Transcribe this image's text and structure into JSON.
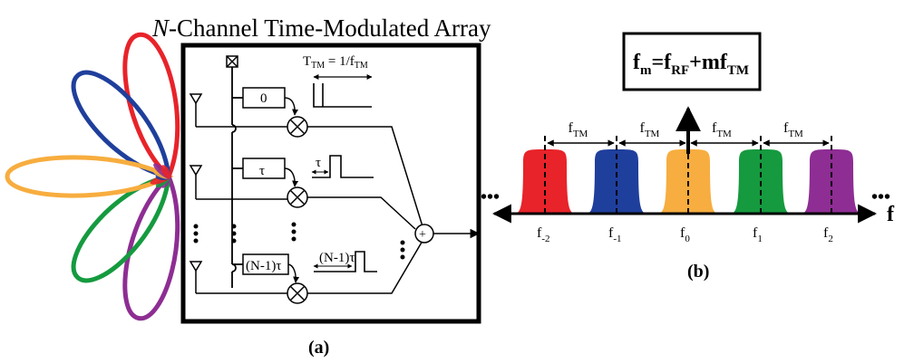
{
  "panel_a": {
    "title_italic": "N",
    "title_rest": "-Channel Time-Modulated Array",
    "period_label": "T",
    "period_sub": "TM",
    "period_eq": " = 1/f",
    "period_sub2": "TM",
    "delay0": "0",
    "delay1": "τ",
    "delay1_pulse": "τ",
    "delayN": "(N-1)τ",
    "delayN_pulse": "(N-1)τ",
    "sum_symbol": "+",
    "caption": "(a)"
  },
  "panel_b": {
    "equation": {
      "f": "f",
      "m": "m",
      "eq": "=f",
      "rf": "RF",
      "plus": "+mf",
      "tm": "TM"
    },
    "spacing_main": "f",
    "spacing_sub": "TM",
    "axis_label": "f",
    "ellipsis_left": "•••",
    "ellipsis_right": "•••",
    "harmonics": [
      {
        "main": "f",
        "sub": "-2"
      },
      {
        "main": "f",
        "sub": "-1"
      },
      {
        "main": "f",
        "sub": "0"
      },
      {
        "main": "f",
        "sub": "1"
      },
      {
        "main": "f",
        "sub": "2"
      }
    ],
    "caption": "(b)"
  },
  "colors": {
    "red": "#e8232a",
    "blue": "#1f3f9c",
    "orange": "#f7ad3f",
    "green": "#159a3f",
    "purple": "#8e2d93"
  }
}
